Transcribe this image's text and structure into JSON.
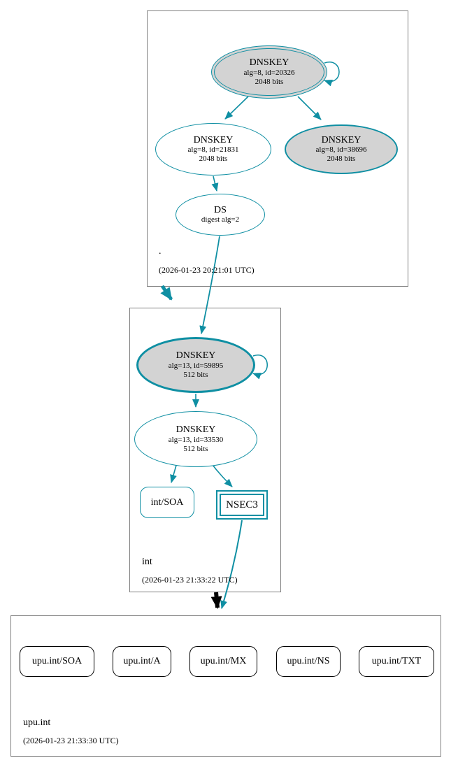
{
  "diagram": {
    "type": "dnssec-authentication-chain"
  },
  "colors": {
    "secure_teal": "#0f8fa3",
    "key_fill_gray": "#d3d3d3",
    "zone_border_gray": "#7f7f7f",
    "rrset_border": "#000000"
  },
  "zones": {
    "root": {
      "name": ".",
      "timestamp": "(2026-01-23 20:21:01 UTC)",
      "ksk": {
        "title": "DNSKEY",
        "alg": "alg=8, id=20326",
        "bits": "2048 bits"
      },
      "zsk1": {
        "title": "DNSKEY",
        "alg": "alg=8, id=21831",
        "bits": "2048 bits"
      },
      "zsk2": {
        "title": "DNSKEY",
        "alg": "alg=8, id=38696",
        "bits": "2048 bits"
      },
      "ds": {
        "title": "DS",
        "digest": "digest alg=2"
      }
    },
    "int": {
      "name": "int",
      "timestamp": "(2026-01-23 21:33:22 UTC)",
      "ksk": {
        "title": "DNSKEY",
        "alg": "alg=13, id=59895",
        "bits": "512 bits"
      },
      "zsk": {
        "title": "DNSKEY",
        "alg": "alg=13, id=33530",
        "bits": "512 bits"
      },
      "soa": {
        "label": "int/SOA"
      },
      "nsec3": {
        "label": "NSEC3"
      }
    },
    "upu": {
      "name": "upu.int",
      "timestamp": "(2026-01-23 21:33:30 UTC)",
      "rrsets": [
        "upu.int/SOA",
        "upu.int/A",
        "upu.int/MX",
        "upu.int/NS",
        "upu.int/TXT"
      ]
    }
  }
}
